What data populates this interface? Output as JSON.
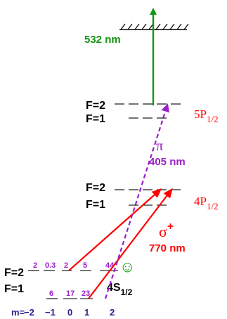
{
  "colors": {
    "black": "#000000",
    "green": "#129612",
    "red": "#ff0000",
    "purple": "#9b20c8",
    "navy": "#2a1a8c"
  },
  "laser_532": {
    "label": "532 nm"
  },
  "manifold_5p": {
    "name": "5P",
    "subscript": "1/2",
    "f_upper": "F=2",
    "f_lower": "F=1"
  },
  "manifold_4p": {
    "name": "4P",
    "subscript": "1/2",
    "f_upper": "F=2",
    "f_lower": "F=1"
  },
  "manifold_4s": {
    "name": "4S",
    "subscript": "1/2",
    "f_upper": "F=2",
    "f_lower": "F=1"
  },
  "transition_pi": {
    "symbol": "π",
    "wavelength": "405 nm"
  },
  "transition_sigma": {
    "symbol": "σ",
    "superscript": "+",
    "wavelength": "770 nm"
  },
  "populations_f2": [
    "2",
    "0.3",
    "2",
    "5",
    "44"
  ],
  "populations_f1": [
    "6",
    "17",
    "23"
  ],
  "smiley": "☺",
  "m_axis": {
    "prefix": "m=",
    "values": [
      "−2",
      "−1",
      "0",
      "1",
      "2"
    ]
  }
}
